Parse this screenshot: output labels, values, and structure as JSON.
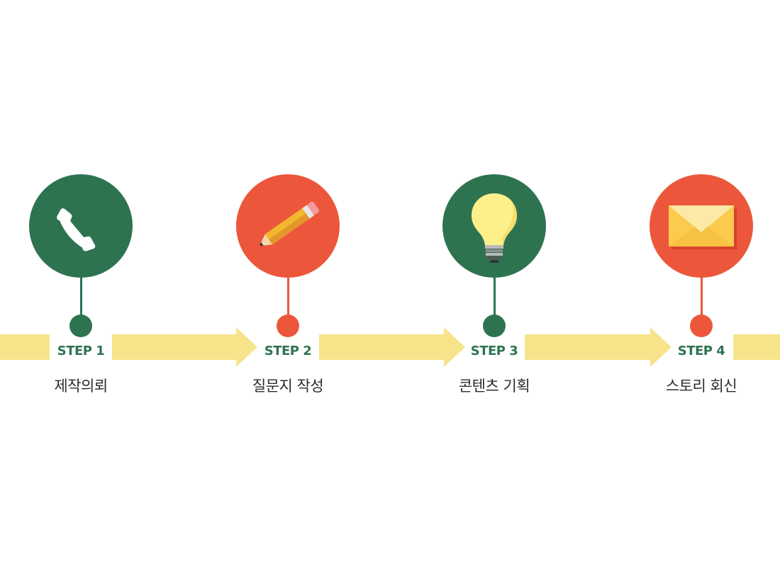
{
  "colors": {
    "green": "#2e7350",
    "red": "#ec573b",
    "band": "#f7e48a"
  },
  "steps": [
    {
      "label": "STEP 1",
      "name": "제작의뢰",
      "icon": "phone-icon",
      "color": "#2e7350"
    },
    {
      "label": "STEP 2",
      "name": "질문지 작성",
      "icon": "pencil-icon",
      "color": "#ec573b"
    },
    {
      "label": "STEP 3",
      "name": "콘텐츠 기획",
      "icon": "lightbulb-icon",
      "color": "#2e7350"
    },
    {
      "label": "STEP 4",
      "name": "스토리 회신",
      "icon": "envelope-icon",
      "color": "#ec573b"
    }
  ]
}
